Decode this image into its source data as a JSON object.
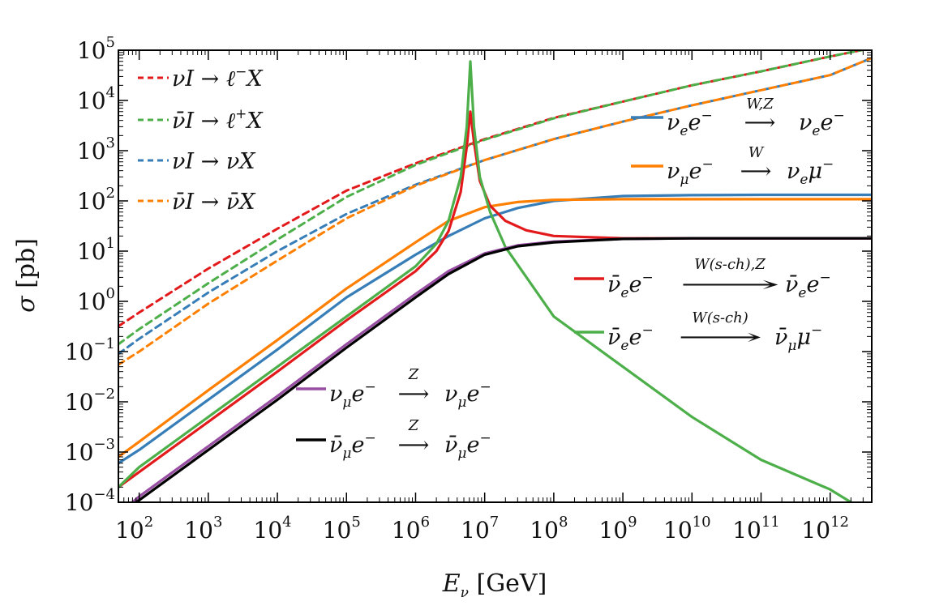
{
  "chart_data": {
    "type": "line",
    "xlabel": "E_ν [GeV]",
    "ylabel": "σ [pb]",
    "xscale": "log",
    "yscale": "log",
    "xlim": [
      50,
      4000000000000.0
    ],
    "ylim": [
      0.0001,
      100000.0
    ],
    "x_ticks": [
      "10^2",
      "10^3",
      "10^4",
      "10^5",
      "10^6",
      "10^7",
      "10^8",
      "10^9",
      "10^10",
      "10^11",
      "10^12"
    ],
    "y_ticks": [
      "10^-4",
      "10^-3",
      "10^-2",
      "10^-1",
      "10^0",
      "10^1",
      "10^2",
      "10^3",
      "10^4",
      "10^5"
    ],
    "colors": {
      "red": "#e31a1c",
      "green": "#4daf4a",
      "blue": "#377eb8",
      "orange": "#ff7f00",
      "purple": "#984ea3",
      "black": "#000000",
      "gray": "#888888"
    },
    "series": [
      {
        "name": "νI → ℓ⁻X",
        "color": "#e31a1c",
        "dash": true,
        "x": [
          50,
          100,
          1000,
          10000,
          100000,
          1000000,
          10000000,
          100000000,
          1000000000,
          10000000000,
          100000000000,
          1000000000000,
          4000000000000
        ],
        "y": [
          0.32,
          0.6,
          4.5,
          28,
          160,
          560,
          1700,
          4500,
          9500,
          20000,
          38000,
          75000,
          110000
        ]
      },
      {
        "name": "ν̄I → ℓ⁺X",
        "color": "#4daf4a",
        "dash": true,
        "x": [
          50,
          100,
          1000,
          10000,
          100000,
          1000000,
          10000000,
          100000000,
          1000000000,
          10000000000,
          100000000000,
          1000000000000,
          4000000000000
        ],
        "y": [
          0.14,
          0.28,
          2.3,
          17,
          120,
          520,
          1650,
          4400,
          9500,
          20000,
          38000,
          75000,
          110000
        ]
      },
      {
        "name": "νI → νX",
        "color": "#377eb8",
        "dash": true,
        "x": [
          50,
          100,
          1000,
          10000,
          100000,
          1000000,
          10000000,
          100000000,
          1000000000,
          10000000000,
          100000000000,
          1000000000000,
          4000000000000
        ],
        "y": [
          0.09,
          0.18,
          1.5,
          10,
          55,
          210,
          650,
          1700,
          3800,
          8000,
          16000,
          32000,
          70000
        ]
      },
      {
        "name": "ν̄I → ν̄X",
        "color": "#ff7f00",
        "dash": true,
        "x": [
          50,
          100,
          1000,
          10000,
          100000,
          1000000,
          10000000,
          100000000,
          1000000000,
          10000000000,
          100000000000,
          1000000000000,
          4000000000000
        ],
        "y": [
          0.055,
          0.1,
          0.9,
          6.5,
          45,
          200,
          650,
          1700,
          3800,
          8000,
          16000,
          32000,
          70000
        ]
      },
      {
        "name": "ν_e e⁻ → ν_e e⁻ (W,Z)",
        "color": "#377eb8",
        "dash": false,
        "x": [
          50,
          100,
          1000,
          10000,
          100000,
          1000000,
          3000000,
          10000000,
          30000000,
          100000000,
          1000000000,
          10000000000,
          100000000000,
          4000000000000
        ],
        "y": [
          0.0006,
          0.0011,
          0.011,
          0.11,
          1.2,
          8.5,
          20,
          45,
          72,
          100,
          125,
          130,
          132,
          132
        ]
      },
      {
        "name": "ν_μ e⁻ → ν_e μ⁻ (W)",
        "color": "#ff7f00",
        "dash": false,
        "x": [
          50,
          100,
          1000,
          10000,
          100000,
          1000000,
          3000000,
          10000000,
          30000000,
          100000000,
          1000000000,
          10000000000,
          4000000000000
        ],
        "y": [
          0.0008,
          0.0016,
          0.017,
          0.17,
          1.8,
          15,
          40,
          75,
          95,
          105,
          108,
          108,
          108
        ]
      },
      {
        "name": "ν̄_e e⁻ → ν̄_e e⁻ (W(s-ch),Z)",
        "color": "#e31a1c",
        "dash": false,
        "x": [
          50,
          100,
          1000,
          10000,
          100000,
          1000000,
          2000000,
          3000000,
          4500000,
          5500000,
          6200000,
          7000000,
          8500000,
          12000000,
          20000000,
          40000000,
          100000000,
          1000000000,
          10000000000,
          4000000000000
        ],
        "y": [
          0.0002,
          0.0004,
          0.004,
          0.04,
          0.42,
          4,
          10,
          25,
          150,
          1200,
          6000,
          1500,
          250,
          80,
          40,
          26,
          20,
          18,
          18,
          18
        ]
      },
      {
        "name": "ν̄_e e⁻ → ν̄_μ μ⁻ (W(s-ch))",
        "color": "#4daf4a",
        "dash": false,
        "x": [
          50,
          100,
          1000,
          10000,
          100000,
          1000000,
          2000000,
          3000000,
          4500000,
          5500000,
          6200000,
          7000000,
          8500000,
          12000000,
          20000000,
          100000000,
          1000000000,
          10000000000,
          100000000000,
          1000000000000,
          2000000000000
        ],
        "y": [
          0.0002,
          0.0005,
          0.005,
          0.05,
          0.5,
          5,
          14,
          40,
          300,
          3000,
          60000,
          3000,
          300,
          60,
          12,
          0.5,
          0.05,
          0.005,
          0.0007,
          0.00018,
          0.0001
        ]
      },
      {
        "name": "ν_μ e⁻ → ν_μ e⁻ (Z)",
        "color": "#984ea3",
        "dash": false,
        "x": [
          80,
          100,
          1000,
          10000,
          100000,
          1000000,
          3000000,
          10000000,
          30000000,
          100000000,
          1000000000,
          10000000000,
          4000000000000
        ],
        "y": [
          0.0001,
          0.00013,
          0.0013,
          0.013,
          0.14,
          1.4,
          4,
          9,
          13,
          15.5,
          17.5,
          18,
          18
        ]
      },
      {
        "name": "ν̄_μ e⁻ → ν̄_μ e⁻ (Z)",
        "color": "#000000",
        "dash": false,
        "x": [
          90,
          100,
          1000,
          10000,
          100000,
          1000000,
          3000000,
          10000000,
          30000000,
          100000000,
          1000000000,
          10000000000,
          4000000000000
        ],
        "y": [
          0.0001,
          0.00011,
          0.0011,
          0.011,
          0.12,
          1.2,
          3.5,
          8.5,
          12.5,
          15,
          17.5,
          18,
          18
        ]
      }
    ]
  }
}
